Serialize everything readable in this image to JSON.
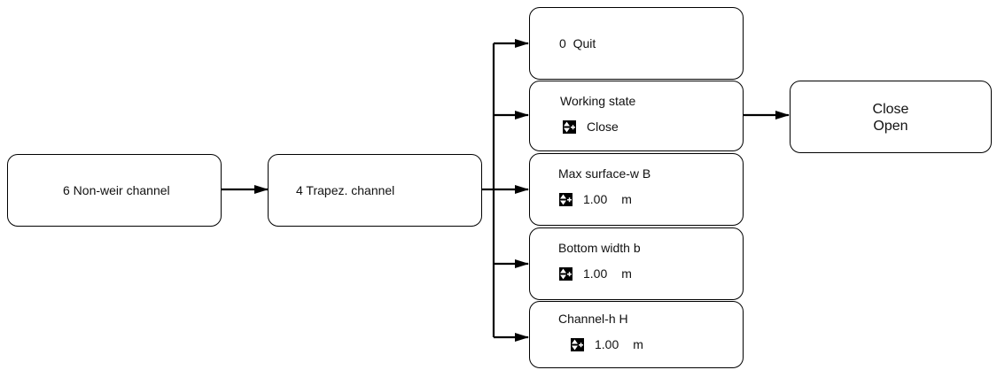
{
  "icons": {
    "up_down": "up-down-arrows-icon"
  },
  "nodes": {
    "non_weir": "6 Non-weir channel",
    "trapez": "4 Trapez. channel",
    "quit": "0  Quit",
    "working_state": {
      "title": "Working state",
      "value": "Close"
    },
    "max_surface": {
      "title": "Max surface-w B",
      "value": "1.00",
      "unit": "m"
    },
    "bottom_width": {
      "title": "Bottom width b",
      "value": "1.00",
      "unit": "m"
    },
    "channel_h": {
      "title": "Channel-h H",
      "value": "1.00",
      "unit": "m"
    },
    "state_options": [
      "Close",
      "Open"
    ]
  }
}
